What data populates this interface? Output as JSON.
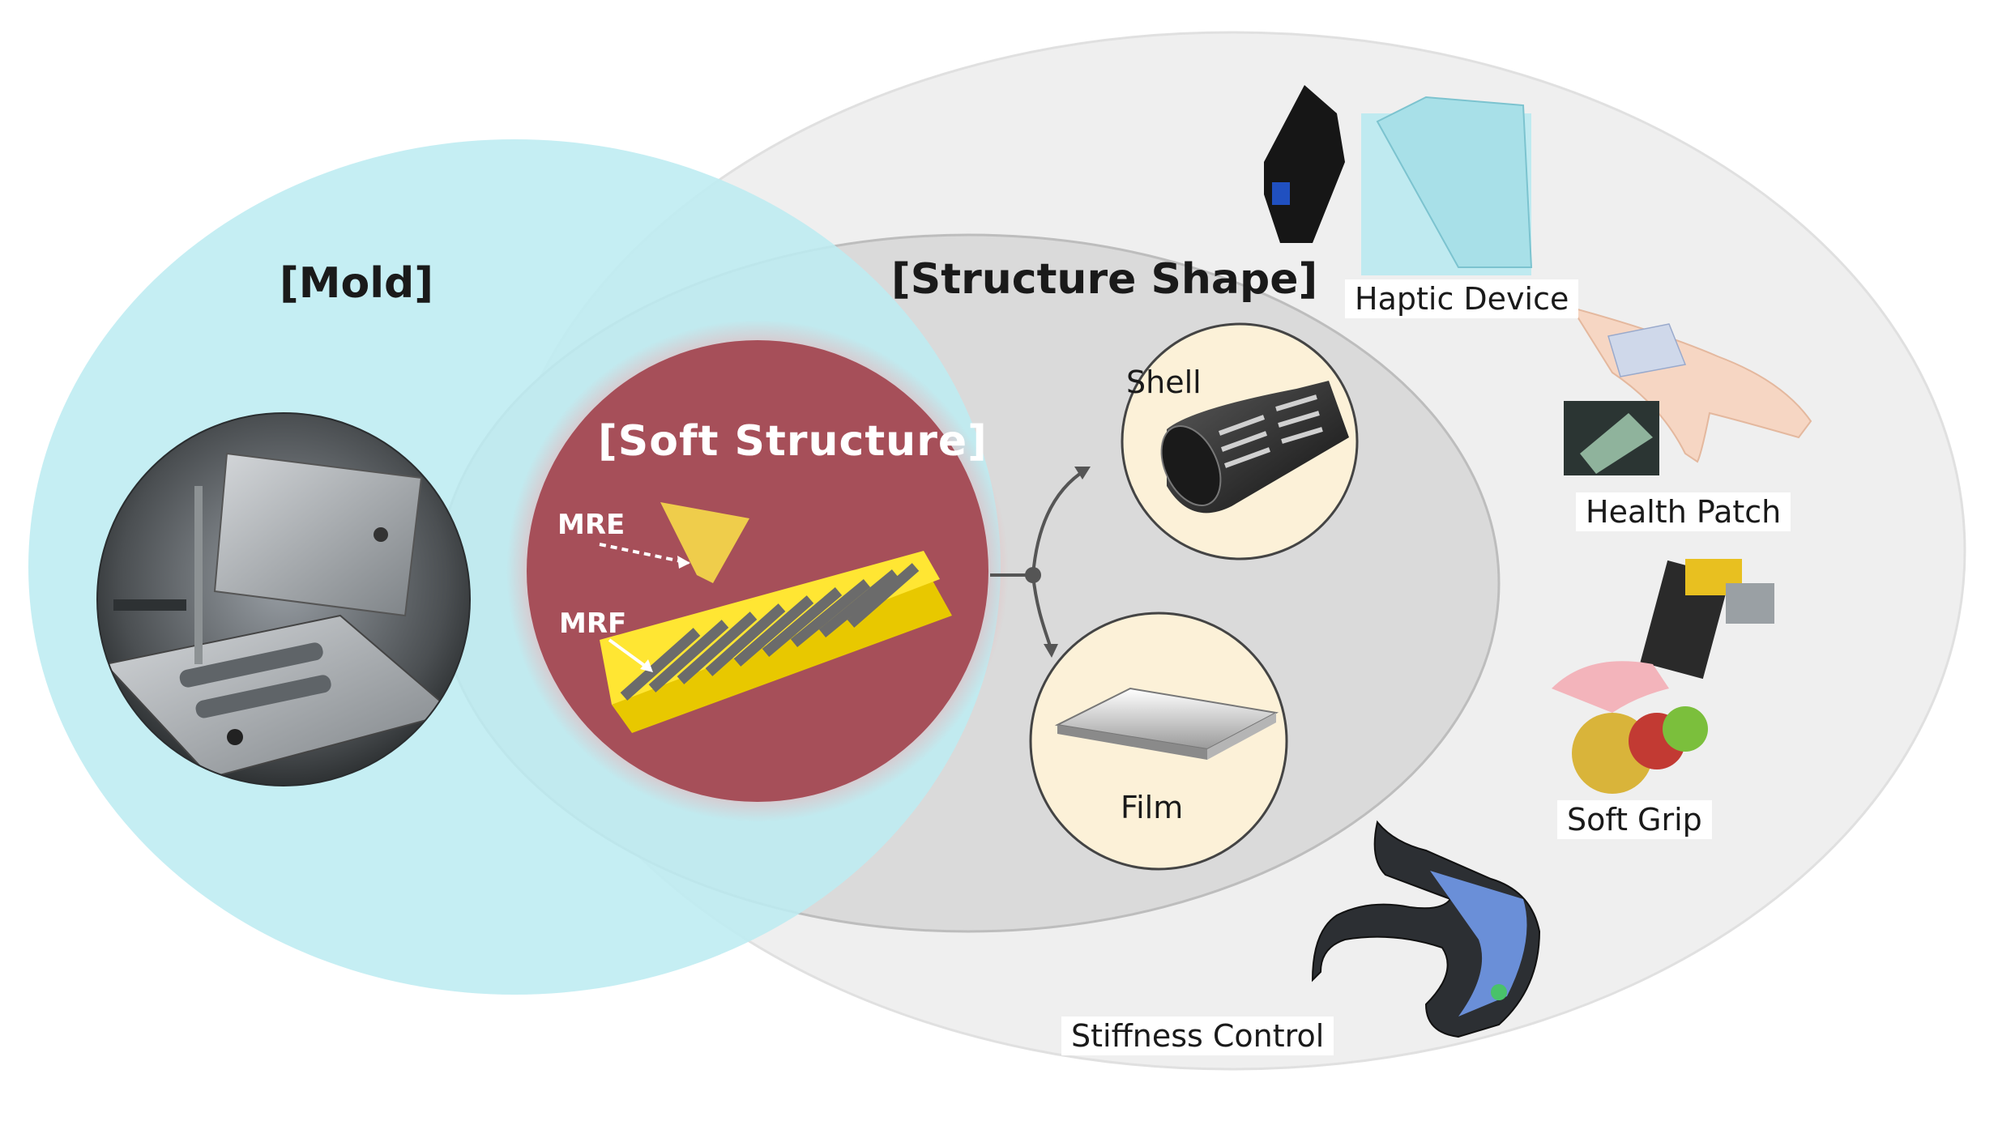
{
  "labels": {
    "mold": "[Mold]",
    "structure_shape": "[Structure Shape]",
    "soft_structure": "[Soft Structure]",
    "mre": "MRE",
    "mrf": "MRF",
    "shell": "Shell",
    "film": "Film"
  },
  "applications": {
    "haptic": "Haptic Device",
    "health": "Health Patch",
    "grip": "Soft Grip",
    "stiffness": "Stiffness Control"
  },
  "colors": {
    "mold_region": "#c4eef2",
    "application_region": "#efefef",
    "structure_region": "#dadada",
    "soft_structure_fill": "#a64f59",
    "soft_structure_glow": "#f3a2a7",
    "mrf_yellow": "#ffe633",
    "shape_circle": "#fcf1d8"
  }
}
